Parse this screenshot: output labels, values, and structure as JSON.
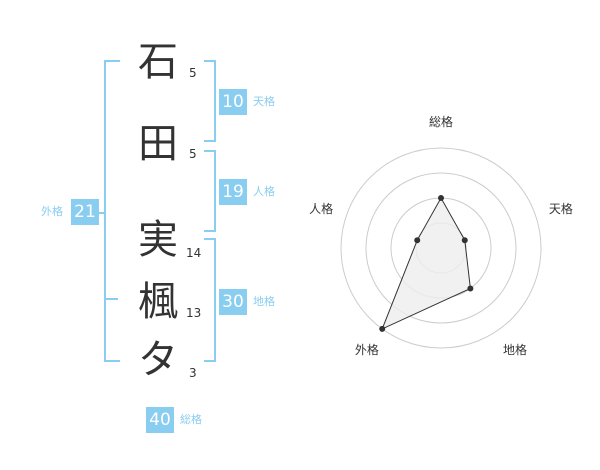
{
  "name_chars": [
    {
      "char": "石",
      "strokes": "5"
    },
    {
      "char": "田",
      "strokes": "5"
    },
    {
      "char": "実",
      "strokes": "14"
    },
    {
      "char": "楓",
      "strokes": "13"
    },
    {
      "char": "タ",
      "strokes": "3"
    }
  ],
  "fortune": {
    "tenkaku": {
      "value": "10",
      "label": "天格"
    },
    "jinkaku": {
      "value": "19",
      "label": "人格"
    },
    "chikaku": {
      "value": "30",
      "label": "地格"
    },
    "gaikaku": {
      "value": "21",
      "label": "外格"
    },
    "soukaku": {
      "value": "40",
      "label": "総格"
    }
  },
  "colors": {
    "accent": "#89cdf0",
    "text": "#333333",
    "grid": "#cccccc",
    "fill": "#eeeeee"
  },
  "chart_data": {
    "type": "radar",
    "axes": [
      "総格",
      "天格",
      "地格",
      "外格",
      "人格"
    ],
    "values": [
      2,
      1,
      2,
      4,
      1
    ],
    "rmax": 4,
    "rings": 4
  }
}
